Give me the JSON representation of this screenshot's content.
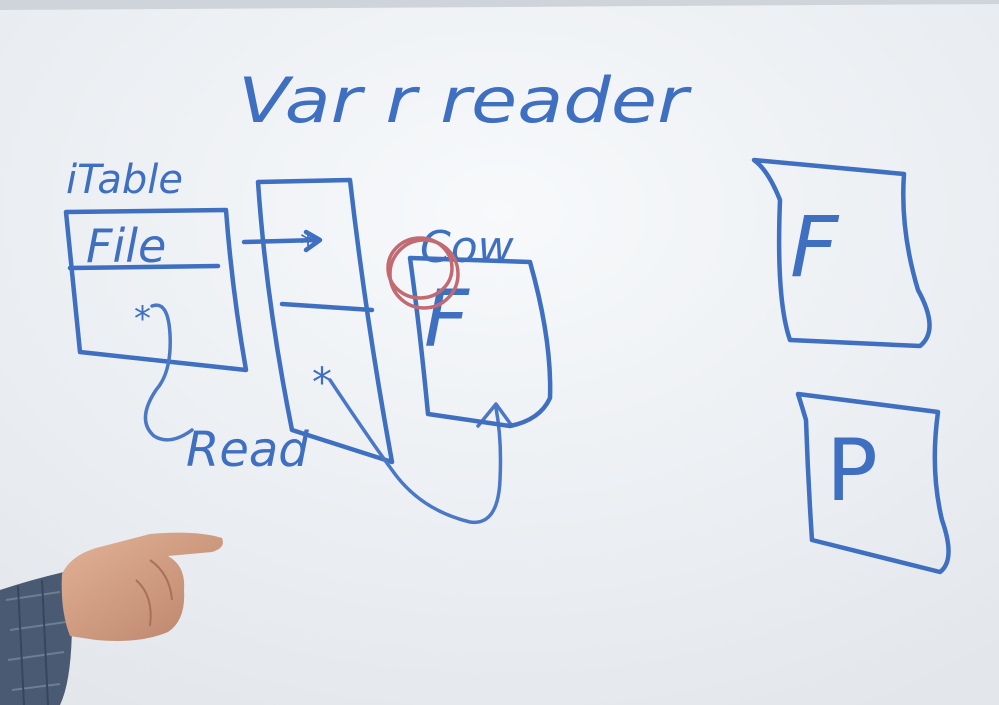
{
  "board": {
    "title_text": "Var r reader",
    "itable_label": "iTable",
    "file_label": "File",
    "read_label": "Read",
    "cow_label": "Cow",
    "f_label": "F",
    "p_label": "P",
    "star_mark": "*"
  },
  "colors": {
    "board": "#eef1f4",
    "marker_blue": "#3f6fc0",
    "marker_red": "#c26a72",
    "skin": "#d9a484",
    "shirt": "#4a5a73"
  }
}
